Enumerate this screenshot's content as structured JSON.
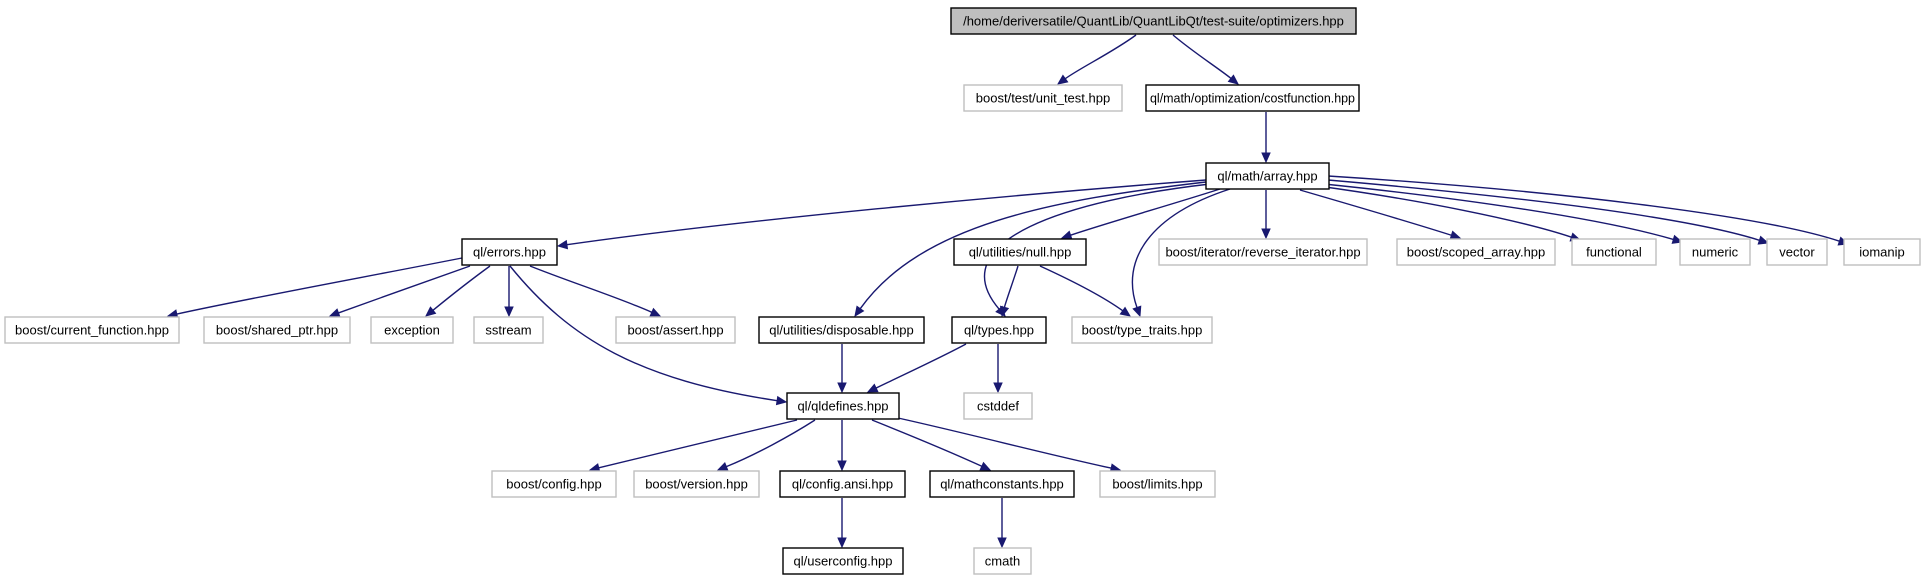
{
  "diagram": {
    "type": "include-dependency-graph",
    "colors": {
      "edge": "#191970",
      "root_fill": "#bfbfbf",
      "box_border": "#000000",
      "external_border": "#bfbfbf"
    },
    "nodes": [
      {
        "id": "root",
        "label": "/home/deriversatile/QuantLib/QuantLibQt/test-suite/optimizers.hpp",
        "kind": "root"
      },
      {
        "id": "unit_test",
        "label": "boost/test/unit_test.hpp",
        "kind": "external"
      },
      {
        "id": "costfunction",
        "label": "ql/math/optimization/costfunction.hpp",
        "kind": "documented"
      },
      {
        "id": "array",
        "label": "ql/math/array.hpp",
        "kind": "documented"
      },
      {
        "id": "errors",
        "label": "ql/errors.hpp",
        "kind": "documented"
      },
      {
        "id": "null",
        "label": "ql/utilities/null.hpp",
        "kind": "documented"
      },
      {
        "id": "reverse_iterator",
        "label": "boost/iterator/reverse_iterator.hpp",
        "kind": "external"
      },
      {
        "id": "scoped_array",
        "label": "boost/scoped_array.hpp",
        "kind": "external"
      },
      {
        "id": "functional",
        "label": "functional",
        "kind": "external"
      },
      {
        "id": "numeric",
        "label": "numeric",
        "kind": "external"
      },
      {
        "id": "vector",
        "label": "vector",
        "kind": "external"
      },
      {
        "id": "iomanip",
        "label": "iomanip",
        "kind": "external"
      },
      {
        "id": "current_function",
        "label": "boost/current_function.hpp",
        "kind": "external"
      },
      {
        "id": "shared_ptr",
        "label": "boost/shared_ptr.hpp",
        "kind": "external"
      },
      {
        "id": "exception",
        "label": "exception",
        "kind": "external"
      },
      {
        "id": "sstream",
        "label": "sstream",
        "kind": "external"
      },
      {
        "id": "assert",
        "label": "boost/assert.hpp",
        "kind": "external"
      },
      {
        "id": "disposable",
        "label": "ql/utilities/disposable.hpp",
        "kind": "documented"
      },
      {
        "id": "types",
        "label": "ql/types.hpp",
        "kind": "documented"
      },
      {
        "id": "type_traits",
        "label": "boost/type_traits.hpp",
        "kind": "external"
      },
      {
        "id": "qldefines",
        "label": "ql/qldefines.hpp",
        "kind": "documented"
      },
      {
        "id": "cstddef",
        "label": "cstddef",
        "kind": "external"
      },
      {
        "id": "config",
        "label": "boost/config.hpp",
        "kind": "external"
      },
      {
        "id": "version",
        "label": "boost/version.hpp",
        "kind": "external"
      },
      {
        "id": "config_ansi",
        "label": "ql/config.ansi.hpp",
        "kind": "documented"
      },
      {
        "id": "mathconstants",
        "label": "ql/mathconstants.hpp",
        "kind": "documented"
      },
      {
        "id": "limits",
        "label": "boost/limits.hpp",
        "kind": "external"
      },
      {
        "id": "userconfig",
        "label": "ql/userconfig.hpp",
        "kind": "documented"
      },
      {
        "id": "cmath",
        "label": "cmath",
        "kind": "external"
      }
    ],
    "edges": [
      [
        "root",
        "unit_test"
      ],
      [
        "root",
        "costfunction"
      ],
      [
        "costfunction",
        "array"
      ],
      [
        "array",
        "errors"
      ],
      [
        "array",
        "disposable"
      ],
      [
        "array",
        "types"
      ],
      [
        "array",
        "null"
      ],
      [
        "array",
        "type_traits"
      ],
      [
        "array",
        "reverse_iterator"
      ],
      [
        "array",
        "scoped_array"
      ],
      [
        "array",
        "functional"
      ],
      [
        "array",
        "numeric"
      ],
      [
        "array",
        "vector"
      ],
      [
        "array",
        "iomanip"
      ],
      [
        "errors",
        "current_function"
      ],
      [
        "errors",
        "shared_ptr"
      ],
      [
        "errors",
        "exception"
      ],
      [
        "errors",
        "sstream"
      ],
      [
        "errors",
        "assert"
      ],
      [
        "errors",
        "qldefines"
      ],
      [
        "null",
        "types"
      ],
      [
        "null",
        "type_traits"
      ],
      [
        "disposable",
        "qldefines"
      ],
      [
        "types",
        "qldefines"
      ],
      [
        "types",
        "cstddef"
      ],
      [
        "qldefines",
        "config"
      ],
      [
        "qldefines",
        "version"
      ],
      [
        "qldefines",
        "config_ansi"
      ],
      [
        "qldefines",
        "mathconstants"
      ],
      [
        "qldefines",
        "limits"
      ],
      [
        "config_ansi",
        "userconfig"
      ],
      [
        "mathconstants",
        "cmath"
      ]
    ]
  }
}
